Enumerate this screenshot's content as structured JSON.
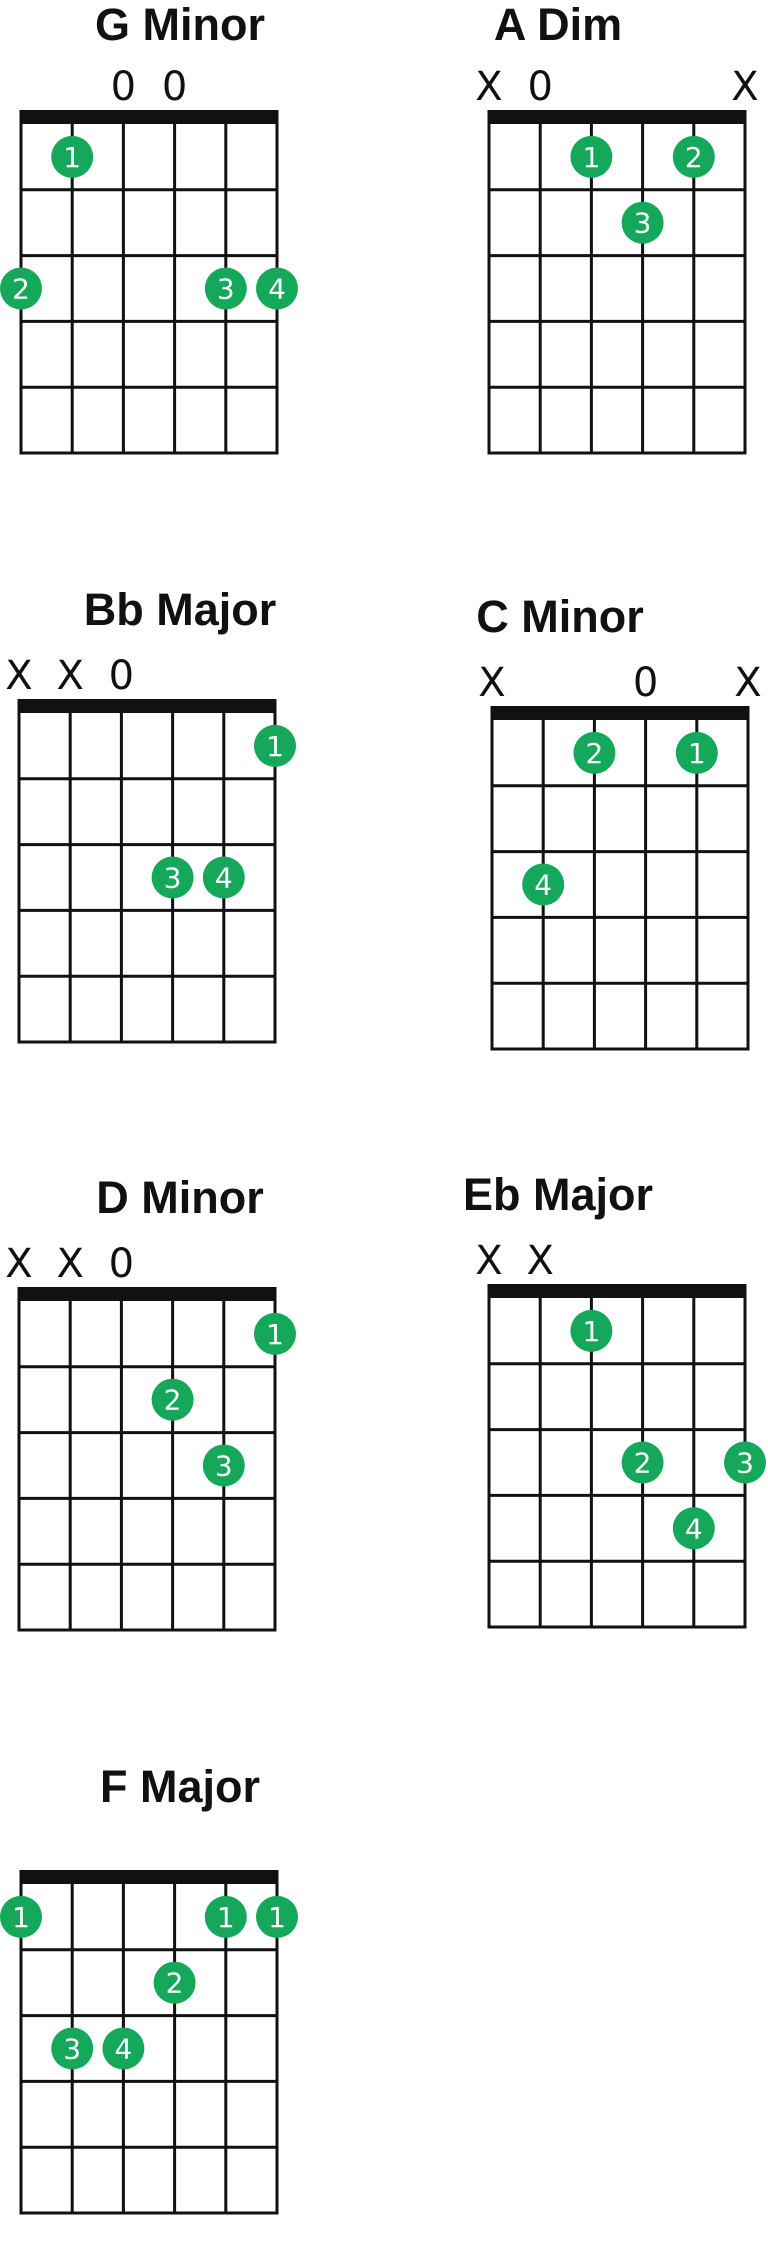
{
  "colors": {
    "finger": "#16a85a",
    "line": "#111111",
    "background": "#ffffff"
  },
  "chords": [
    {
      "name": "G Minor",
      "strings": [
        "",
        "",
        "0",
        "0",
        "",
        ""
      ],
      "fingers": [
        {
          "string": 2,
          "fret": 1,
          "label": "1"
        },
        {
          "string": 1,
          "fret": 3,
          "label": "2"
        },
        {
          "string": 5,
          "fret": 3,
          "label": "3"
        },
        {
          "string": 6,
          "fret": 3,
          "label": "4"
        }
      ]
    },
    {
      "name": "A Dim",
      "strings": [
        "X",
        "0",
        "",
        "",
        "",
        "X"
      ],
      "fingers": [
        {
          "string": 3,
          "fret": 1,
          "label": "1"
        },
        {
          "string": 5,
          "fret": 1,
          "label": "2"
        },
        {
          "string": 4,
          "fret": 2,
          "label": "3"
        }
      ]
    },
    {
      "name": "Bb Major",
      "strings": [
        "X",
        "X",
        "0",
        "",
        "",
        ""
      ],
      "fingers": [
        {
          "string": 6,
          "fret": 1,
          "label": "1"
        },
        {
          "string": 4,
          "fret": 3,
          "label": "3"
        },
        {
          "string": 5,
          "fret": 3,
          "label": "4"
        }
      ]
    },
    {
      "name": "C Minor",
      "strings": [
        "X",
        "",
        "",
        "0",
        "",
        "X"
      ],
      "fingers": [
        {
          "string": 3,
          "fret": 1,
          "label": "2"
        },
        {
          "string": 5,
          "fret": 1,
          "label": "1"
        },
        {
          "string": 2,
          "fret": 3,
          "label": "4"
        }
      ]
    },
    {
      "name": "D Minor",
      "strings": [
        "X",
        "X",
        "0",
        "",
        "",
        ""
      ],
      "fingers": [
        {
          "string": 6,
          "fret": 1,
          "label": "1"
        },
        {
          "string": 4,
          "fret": 2,
          "label": "2"
        },
        {
          "string": 5,
          "fret": 3,
          "label": "3"
        }
      ]
    },
    {
      "name": "Eb Major",
      "strings": [
        "X",
        "X",
        "",
        "",
        "",
        ""
      ],
      "fingers": [
        {
          "string": 3,
          "fret": 1,
          "label": "1"
        },
        {
          "string": 4,
          "fret": 3,
          "label": "2"
        },
        {
          "string": 6,
          "fret": 3,
          "label": "3"
        },
        {
          "string": 5,
          "fret": 4,
          "label": "4"
        }
      ]
    },
    {
      "name": "F Major",
      "strings": [
        "",
        "",
        "",
        "",
        "",
        ""
      ],
      "fingers": [
        {
          "string": 1,
          "fret": 1,
          "label": "1"
        },
        {
          "string": 5,
          "fret": 1,
          "label": "1"
        },
        {
          "string": 6,
          "fret": 1,
          "label": "1"
        },
        {
          "string": 4,
          "fret": 2,
          "label": "2"
        },
        {
          "string": 2,
          "fret": 3,
          "label": "3"
        },
        {
          "string": 3,
          "fret": 3,
          "label": "4"
        }
      ]
    }
  ]
}
